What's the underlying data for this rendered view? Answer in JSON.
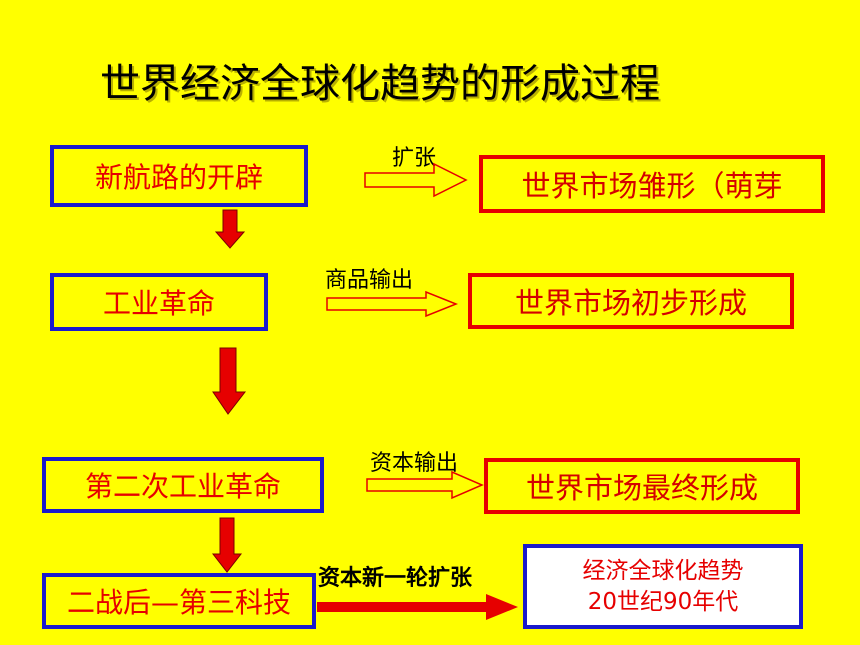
{
  "title": "世界经济全球化趋势的形成过程",
  "stages": [
    {
      "cause": "新航路的开辟",
      "process": "扩张",
      "result": "世界市场雏形（萌芽"
    },
    {
      "cause": "工业革命",
      "process": "商品输出",
      "result": "世界市场初步形成"
    },
    {
      "cause": "第二次工业革命",
      "process": "资本输出",
      "result": "世界市场最终形成"
    },
    {
      "cause": "二战后—第三科技",
      "process": "资本新一轮扩张",
      "result_line1": "经济全球化趋势",
      "result_line2": "20世纪90年代"
    }
  ],
  "colors": {
    "background": "#ffff00",
    "cause_border": "#1a1acc",
    "result_border": "#e60000",
    "text_red": "#e60000",
    "arrow_red": "#e60000"
  }
}
